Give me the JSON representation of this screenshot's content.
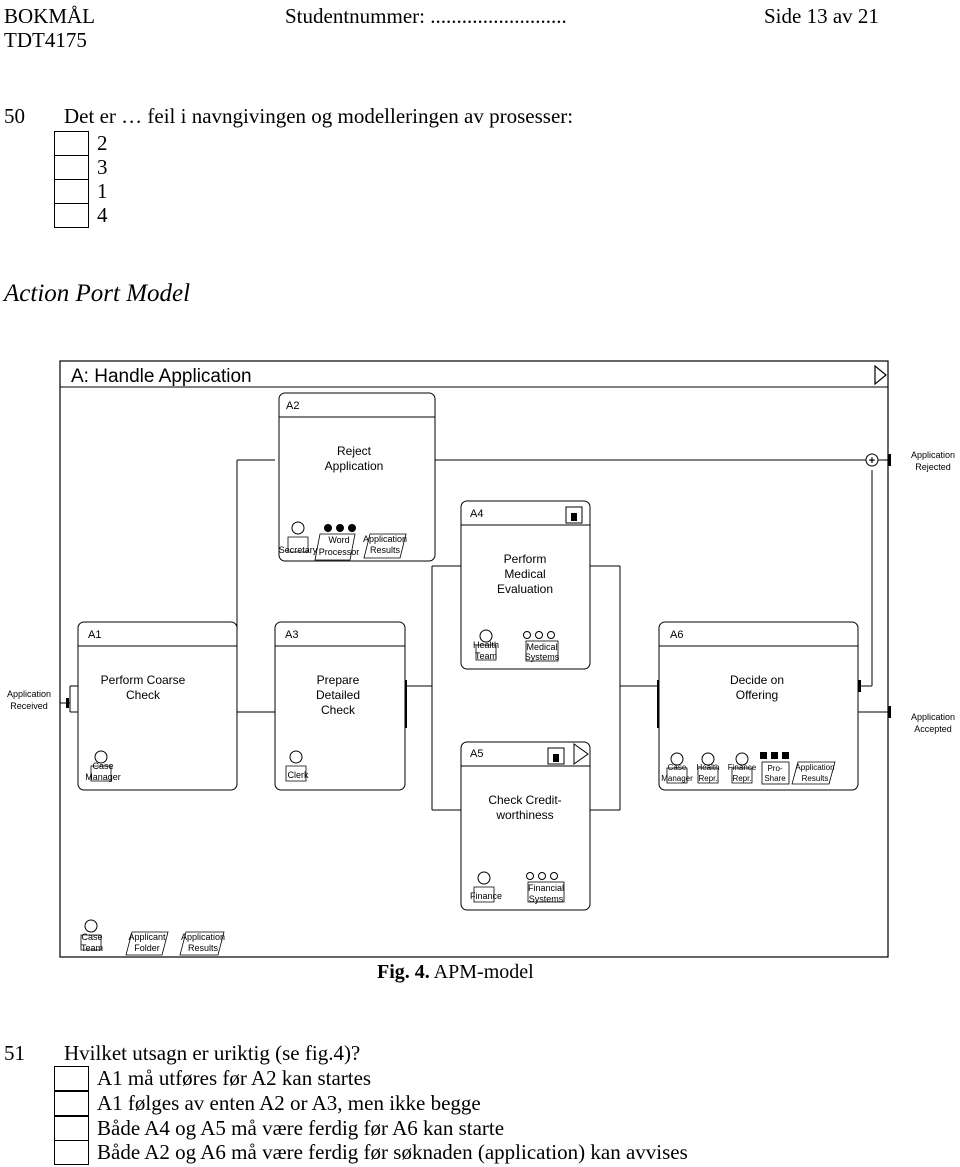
{
  "header": {
    "left": "BOKMÅL",
    "middle": "Studentnummer: ..........................",
    "right": "Side 13 av 21",
    "course": "TDT4175"
  },
  "question50": {
    "number": "50",
    "text": "Det er … feil i navngivingen og modelleringen av prosesser:",
    "options": [
      "2",
      "3",
      "1",
      "4"
    ]
  },
  "section_title": "Action Port Model",
  "diagram": {
    "title": "A: Handle Application",
    "input_port": "Application Received",
    "output_ports": [
      "Application Rejected",
      "Application Accepted"
    ],
    "plus_symbol": "+",
    "tasks": {
      "A1": {
        "id": "A1",
        "name": "Perform Coarse Check",
        "resources": [
          "Case Manager"
        ]
      },
      "A2": {
        "id": "A2",
        "name": "Reject Application",
        "resources": [
          "Secretary",
          "Word Processor",
          "Application Results"
        ]
      },
      "A3": {
        "id": "A3",
        "name": "Prepare Detailed Check",
        "resources": [
          "Clerk"
        ]
      },
      "A4": {
        "id": "A4",
        "name": "Perform Medical Evaluation",
        "resources": [
          "Health Team",
          "Medical Systems"
        ]
      },
      "A5": {
        "id": "A5",
        "name": "Check Credit-worthiness",
        "resources": [
          "Finance",
          "Financial Systems"
        ]
      },
      "A6": {
        "id": "A6",
        "name": "Decide on Offering",
        "resources": [
          "Case Manager",
          "Health Repr.",
          "Finance Repr.",
          "Pro-Share",
          "Application Results"
        ]
      }
    },
    "process_resources": [
      "Case Team",
      "Applicant Folder",
      "Application Results"
    ]
  },
  "caption": {
    "bold": "Fig. 4.",
    "rest": " APM-model"
  },
  "question51": {
    "number": "51",
    "text": "Hvilket utsagn er uriktig (se fig.4)?",
    "options": [
      "A1 må utføres før A2 kan startes",
      "A1 følges av enten A2 or A3, men ikke begge",
      "Både A4 og A5 må være ferdig før A6 kan starte",
      "Både A2 og A6 må være ferdig før søknaden (application) kan avvises"
    ]
  }
}
